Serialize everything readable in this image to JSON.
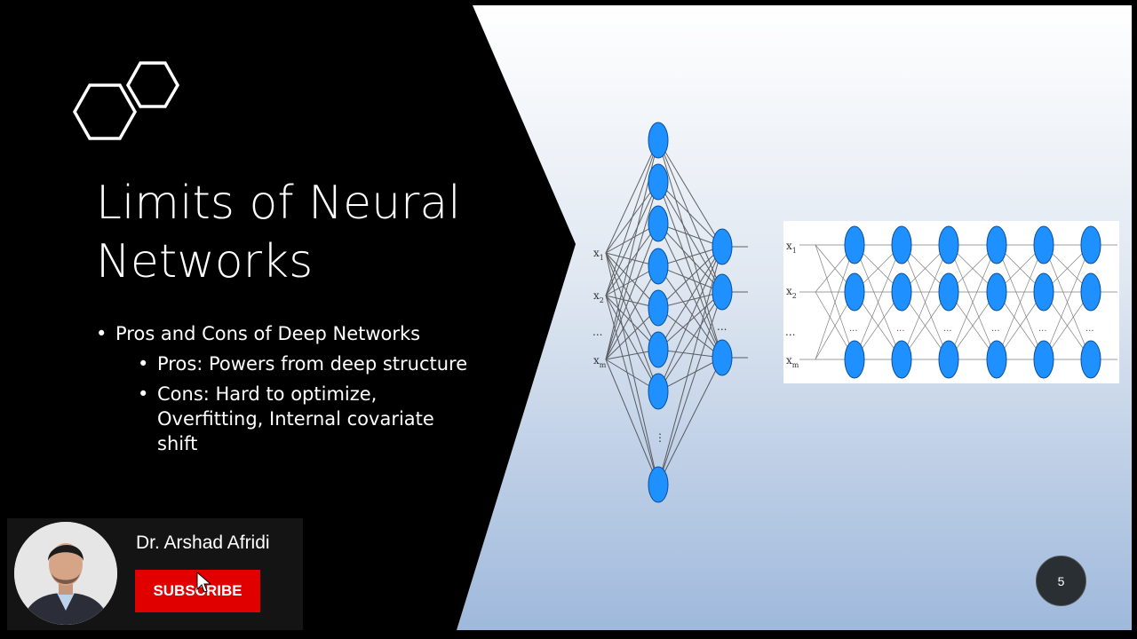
{
  "slide": {
    "title": "Limits of Neural Networks",
    "bullets": {
      "main": "Pros and Cons of Deep Networks",
      "pros": "Pros: Powers from deep structure",
      "cons": "Cons: Hard to optimize, Overfitting, Internal covariate shift"
    },
    "page_number": "5"
  },
  "diagram_left": {
    "inputs": [
      "x",
      "x",
      "...",
      "x"
    ],
    "input_subscripts": [
      "1",
      "2",
      "",
      "m"
    ],
    "hidden_ellipsis": "⋮",
    "output_ellipsis": "..."
  },
  "diagram_right": {
    "inputs": [
      "x",
      "x",
      "...",
      "x"
    ],
    "input_subscripts": [
      "1",
      "2",
      "",
      "m"
    ],
    "layer_ellipsis": "..."
  },
  "channel": {
    "name": "Dr. Arshad Afridi",
    "subscribe_label": "SUBSCRIBE"
  },
  "colors": {
    "node_fill": "#1e90ff",
    "subscribe": "#e00000",
    "slide_background": "#000000"
  },
  "icons": [
    "hexagon-logo-icon",
    "mouse-cursor-icon"
  ]
}
